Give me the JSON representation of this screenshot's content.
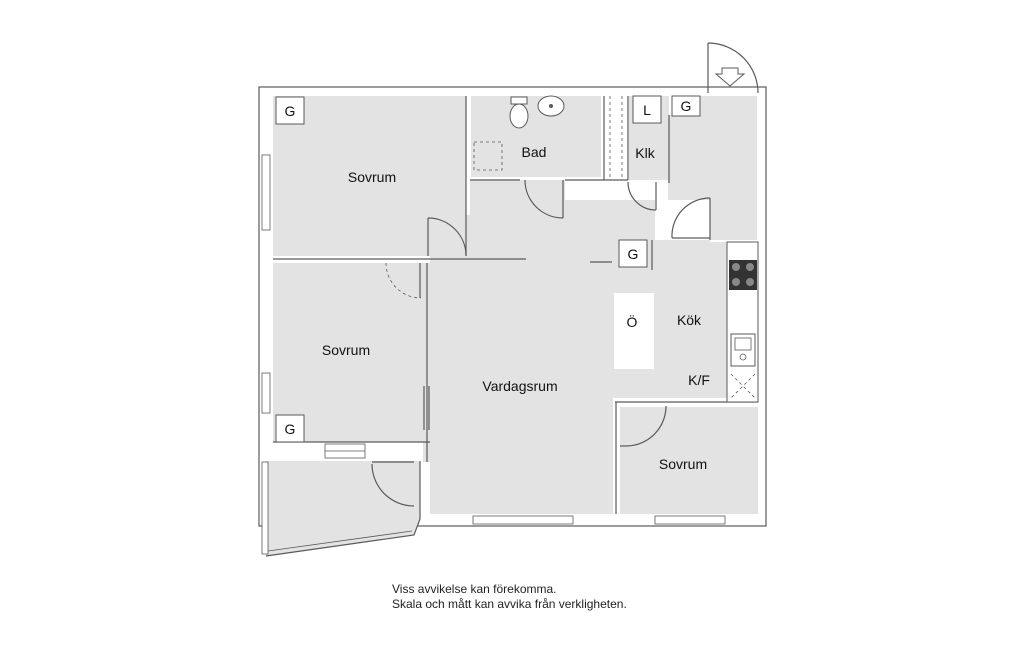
{
  "rooms": {
    "sovrum_top": "Sovrum",
    "sovrum_mid": "Sovrum",
    "sovrum_right": "Sovrum",
    "bad": "Bad",
    "klk": "Klk",
    "vardagsrum": "Vardagsrum",
    "kok": "Kök",
    "island": "Ö",
    "kf": "K/F"
  },
  "markers": {
    "g1": "G",
    "g2": "G",
    "g3": "G",
    "g4": "G",
    "l": "L"
  },
  "notes": {
    "line1": "Viss avvikelse kan förekomma.",
    "line2": "Skala och mått kan avvika från verkligheten."
  }
}
